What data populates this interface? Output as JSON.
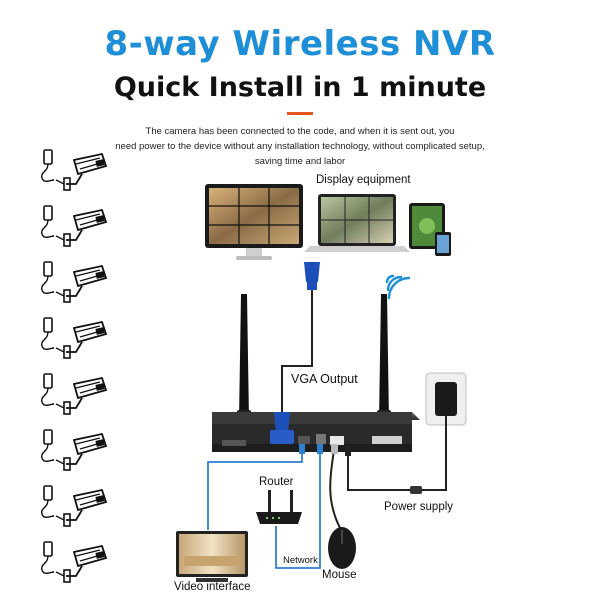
{
  "header": {
    "title": "8-way Wireless NVR",
    "subtitle": "Quick Install in 1 minute",
    "description": [
      "The camera has been connected to the code, and when it is sent out, you",
      "need power to the device without any installation technology, without complicated setup,",
      "saving time and labor"
    ]
  },
  "labels": {
    "display_equipment": "Display equipment",
    "vga_output": "VGA Output",
    "router": "Router",
    "power_supply": "Power supply",
    "network": "Network",
    "mouse": "Mouse",
    "video_interface": "Video interface"
  },
  "cameras": {
    "count": 8,
    "icon": "bullet-camera-with-power-adapter-icon"
  },
  "colors": {
    "title_blue": "#1e8fd6",
    "accent_orange": "#e8541e",
    "cable_blue": "#2f7fd0",
    "vga_blue": "#1c4fb8",
    "cable_black": "#222222"
  }
}
